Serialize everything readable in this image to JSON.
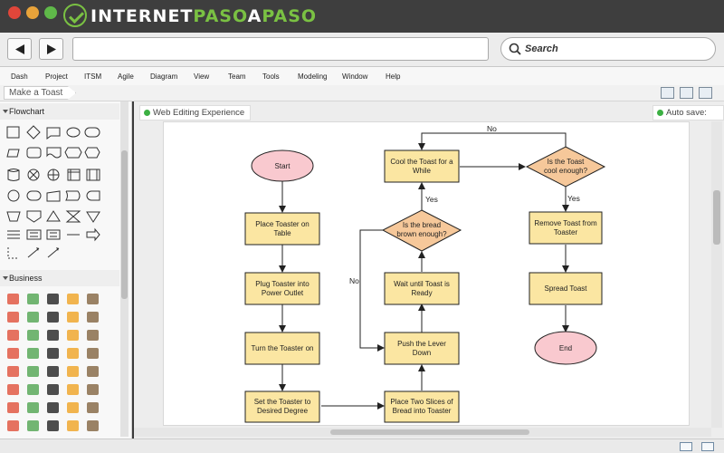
{
  "window": {
    "brand_part1": "INTERNET",
    "brand_part2": "PASO",
    "brand_part3": "A",
    "brand_part4": "PASO",
    "brand_colors": {
      "white": "#ffffff",
      "green": "#7ac143"
    }
  },
  "browser": {
    "search_label": "Search",
    "back_icon": "arrow-left-icon",
    "forward_icon": "arrow-right-icon",
    "search_icon": "magnifier-icon"
  },
  "menu": [
    "Dash",
    "Project",
    "ITSM",
    "Agile",
    "Diagram",
    "View",
    "Team",
    "Tools",
    "Modeling",
    "Window",
    "Help"
  ],
  "breadcrumb": "Make a Toast",
  "left_panel": {
    "section_flowchart": "Flowchart",
    "section_business": "Business"
  },
  "canvas": {
    "web_badge": "Web Editing Experience",
    "autosave": "Auto save: On",
    "status_color": "#3cb043"
  },
  "flowchart": {
    "colors": {
      "process_fill": "#fbe6a2",
      "terminal_fill": "#f9c9cf",
      "decision_fill": "#f6c89a",
      "stroke": "#222222"
    },
    "nodes": {
      "start": "Start",
      "place_on_table_1": "Place Toaster on",
      "place_on_table_2": "Table",
      "plug_1": "Plug Toaster into",
      "plug_2": "Power Outlet",
      "turn_on": "Turn the Toaster on",
      "set_degree_1": "Set the Toaster to",
      "set_degree_2": "Desired Degree",
      "place_slices_1": "Place Two Slices of",
      "place_slices_2": "Bread into Toaster",
      "push_lever_1": "Push the Lever",
      "push_lever_2": "Down",
      "wait_1": "Wait until Toast is",
      "wait_2": "Ready",
      "bread_brown_1": "Is the bread",
      "bread_brown_2": "brown enough?",
      "cool_1": "Cool the Toast for a",
      "cool_2": "While",
      "toast_cool_1": "Is the Toast",
      "toast_cool_2": "cool enough?",
      "remove_1": "Remove Toast from",
      "remove_2": "Toaster",
      "spread": "Spread Toast",
      "end": "End"
    },
    "edge_labels": {
      "no_top": "No",
      "yes_left": "Yes",
      "no_left": "No",
      "yes_right": "Yes"
    }
  },
  "status_icons": [
    "mail-icon",
    "window-icon"
  ]
}
